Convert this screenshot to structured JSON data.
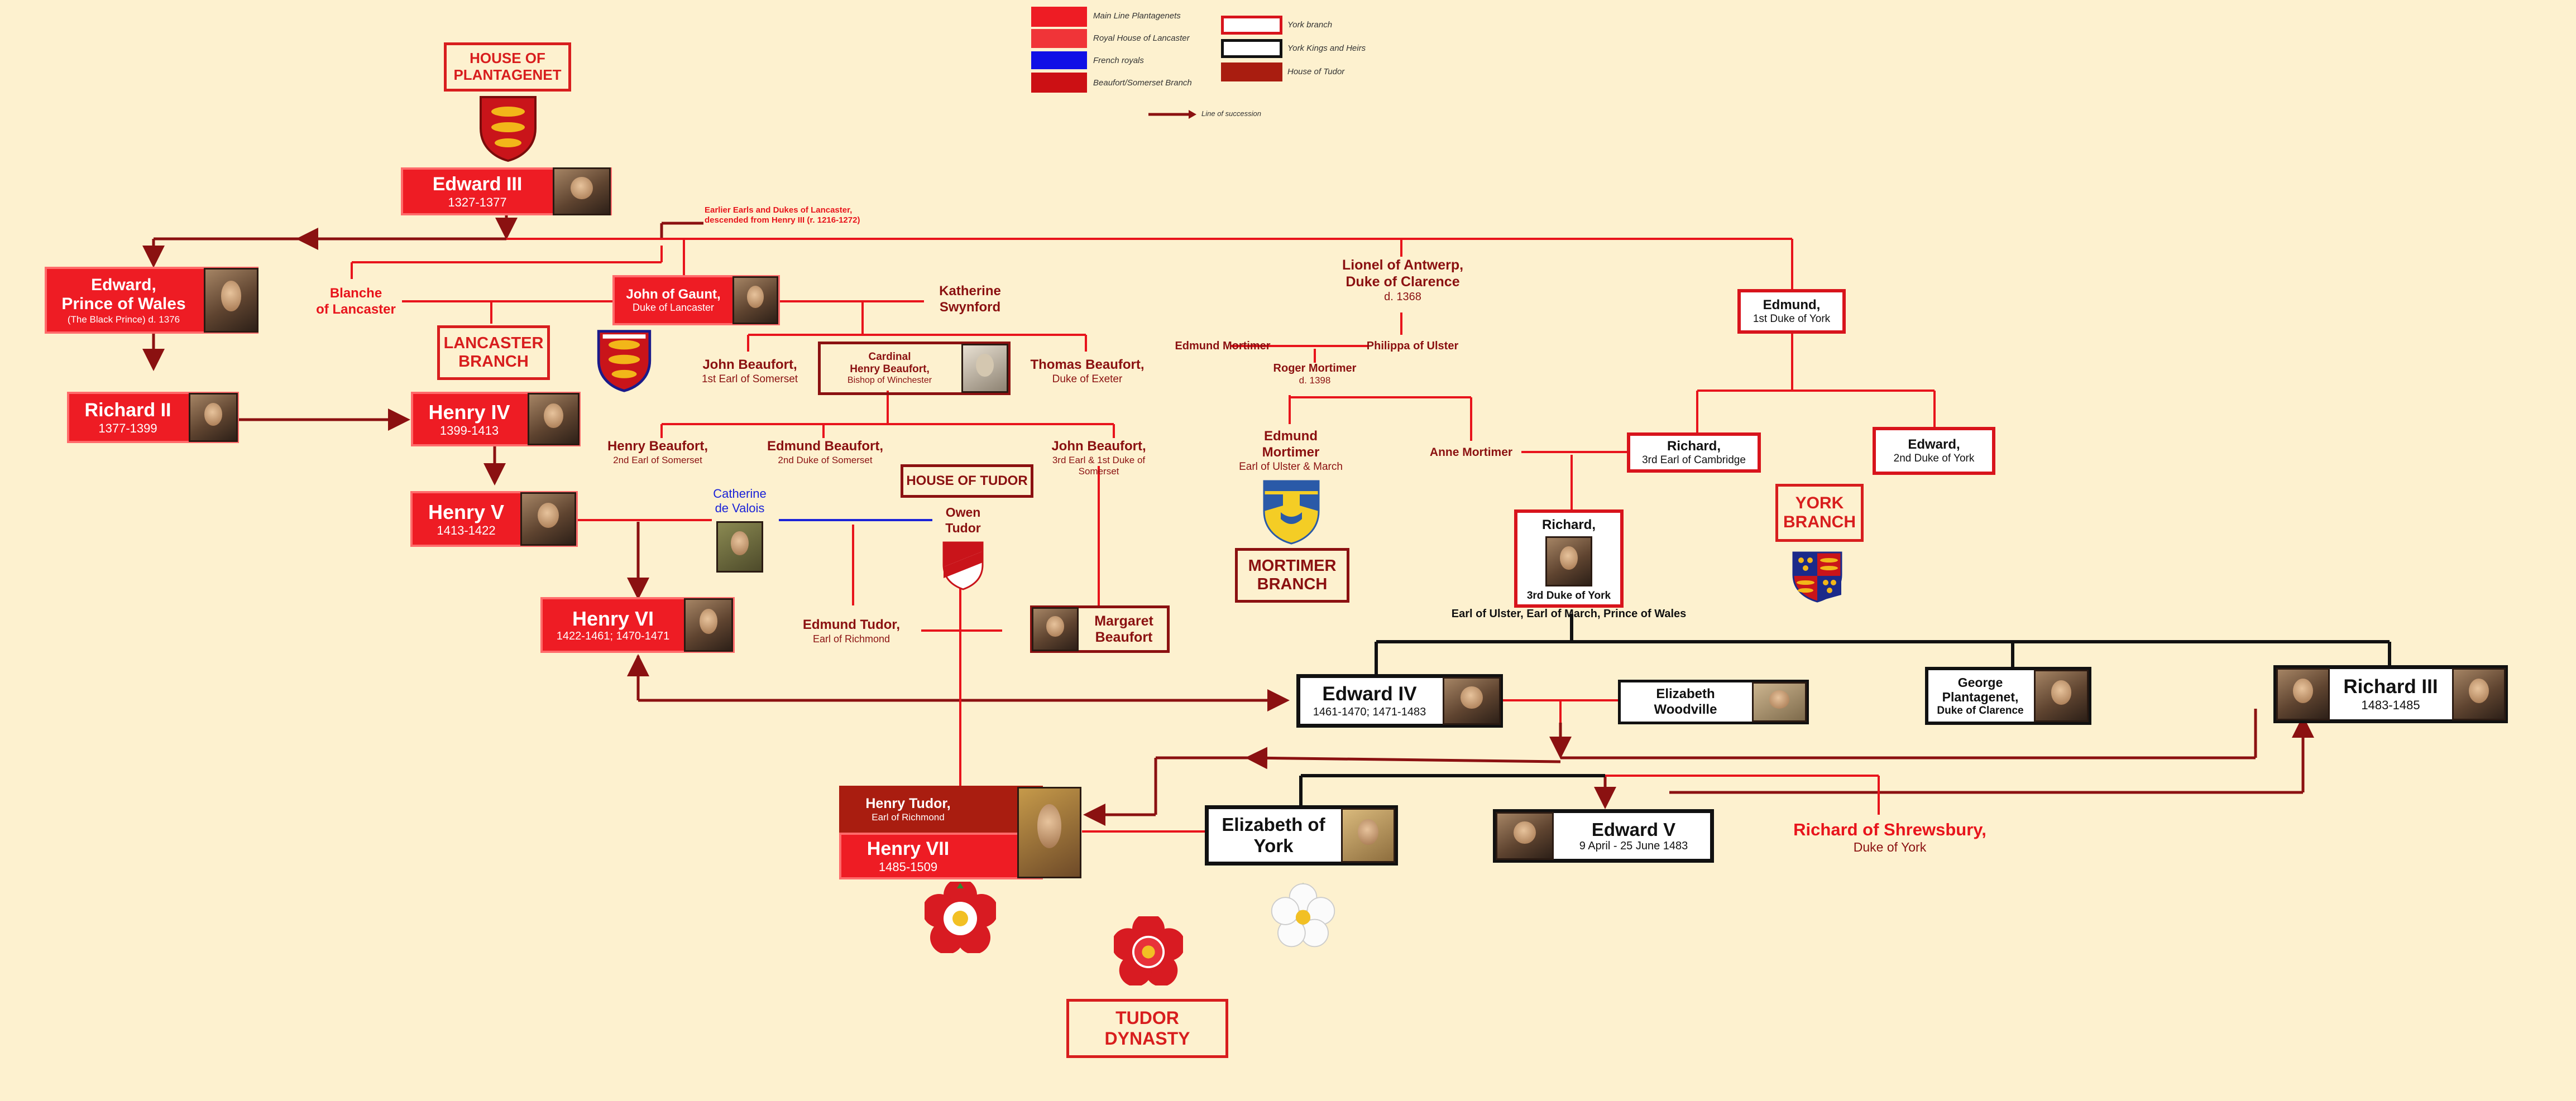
{
  "colors": {
    "main_line": "#ee1c24",
    "lancaster": "#ee1c24",
    "french": "#1010e6",
    "beaufort": "#cc1014",
    "york_branch": "#d8141c",
    "york_kings": "#111111",
    "tudor": "#a91d10",
    "line": "#8b1111",
    "background": "#fdf1cf"
  },
  "legend": {
    "main_line": "Main Line Plantagenets",
    "royal_lancaster": "Royal House of Lancaster",
    "french": "French royals",
    "beaufort": "Beaufort/Somerset Branch",
    "york_branch": "York branch",
    "york_kings": "York Kings and Heirs",
    "tudor": "House of Tudor",
    "succession": "Line of succession"
  },
  "houses": {
    "plantagenet": "HOUSE OF PLANTAGENET",
    "lancaster": "LANCASTER BRANCH",
    "tudor_house": "HOUSE OF TUDOR",
    "mortimer": "MORTIMER BRANCH",
    "york": "YORK BRANCH",
    "tudor_dynasty": "TUDOR DYNASTY"
  },
  "icons": {
    "plantagenet": "three-lions-shield-icon",
    "lancaster": "three-lions-shield-icon",
    "tudor": "tudor-arms-shield-icon",
    "mortimer": "mortimer-shield-icon",
    "york": "york-quartered-shield-icon",
    "tudor_rose": "tudor-rose-icon",
    "red_rose": "red-rose-icon",
    "white_rose": "white-rose-icon"
  },
  "note": {
    "line1": "Earlier Earls and Dukes of Lancaster,",
    "line2": "descended from Henry III (r. 1216-1272)"
  },
  "people": {
    "edward3": {
      "name": "Edward III",
      "dates": "1327-1377"
    },
    "black_prince": {
      "name1": "Edward,",
      "name2": "Prince of Wales",
      "sub": "(The Black Prince) d. 1376"
    },
    "richard2": {
      "name": "Richard II",
      "dates": "1377-1399"
    },
    "blanche": {
      "line1": "Blanche",
      "line2": "of Lancaster"
    },
    "gaunt": {
      "name": "John of Gaunt,",
      "title": "Duke of Lancaster"
    },
    "katherine": {
      "line1": "Katherine",
      "line2": "Swynford"
    },
    "henry4": {
      "name": "Henry IV",
      "dates": "1399-1413"
    },
    "henry5": {
      "name": "Henry V",
      "dates": "1413-1422"
    },
    "henry6": {
      "name": "Henry VI",
      "dates": "1422-1461; 1470-1471"
    },
    "john_beaufort": {
      "name": "John Beaufort,",
      "title": "1st Earl of Somerset"
    },
    "cardinal": {
      "line1": "Cardinal",
      "line2": "Henry Beaufort,",
      "title": "Bishop of Winchester"
    },
    "thomas_beaufort": {
      "name": "Thomas Beaufort,",
      "title": "Duke of Exeter"
    },
    "henry_beaufort": {
      "name": "Henry Beaufort,",
      "title": "2nd Earl of Somerset"
    },
    "edmund_beaufort": {
      "name": "Edmund Beaufort,",
      "title": "2nd Duke of Somerset"
    },
    "john_beaufort2": {
      "name": "John Beaufort,",
      "title1": "3rd Earl & 1st Duke of",
      "title2": "Somerset"
    },
    "catherine": {
      "line1": "Catherine",
      "line2": "de Valois"
    },
    "owen": {
      "line1": "Owen",
      "line2": "Tudor"
    },
    "edmund_tudor": {
      "name": "Edmund Tudor,",
      "title": "Earl of Richmond"
    },
    "margaret": {
      "line1": "Margaret",
      "line2": "Beaufort"
    },
    "henry_tudor": {
      "name": "Henry Tudor,",
      "title": "Earl of Richmond",
      "name2": "Henry VII",
      "dates": "1485-1509"
    },
    "lionel": {
      "line1": "Lionel of Antwerp,",
      "line2": "Duke of Clarence",
      "dates": "d. 1368"
    },
    "edmund_mortimer1": {
      "name": "Edmund Mortimer"
    },
    "philippa": {
      "name": "Philippa of Ulster"
    },
    "roger": {
      "name": "Roger Mortimer",
      "dates": "d. 1398"
    },
    "edmund_mortimer2": {
      "line1": "Edmund",
      "line2": "Mortimer",
      "title": "Earl of Ulster & March"
    },
    "anne": {
      "name": "Anne Mortimer"
    },
    "edmund_york": {
      "name": "Edmund,",
      "title": "1st Duke of York"
    },
    "richard_cambridge": {
      "name": "Richard,",
      "title": "3rd Earl of Cambridge"
    },
    "edward_york2": {
      "name": "Edward,",
      "title": "2nd Duke of York"
    },
    "richard_york3": {
      "name": "Richard,",
      "title": "3rd Duke of York",
      "sub": "Earl of Ulster, Earl of March, Prince of Wales"
    },
    "edward4": {
      "name": "Edward IV",
      "dates": "1461-1470; 1471-1483"
    },
    "elizabeth_w": {
      "line1": "Elizabeth",
      "line2": "Woodville"
    },
    "george": {
      "line1": "George",
      "line2": "Plantagenet,",
      "title": "Duke of Clarence"
    },
    "richard3": {
      "name": "Richard III",
      "dates": "1483-1485"
    },
    "elizabeth_york": {
      "line1": "Elizabeth of",
      "line2": "York"
    },
    "edward5": {
      "name": "Edward V",
      "dates": "9 April - 25 June 1483"
    },
    "richard_shrewsbury": {
      "name": "Richard of Shrewsbury,",
      "title": "Duke of York"
    }
  }
}
